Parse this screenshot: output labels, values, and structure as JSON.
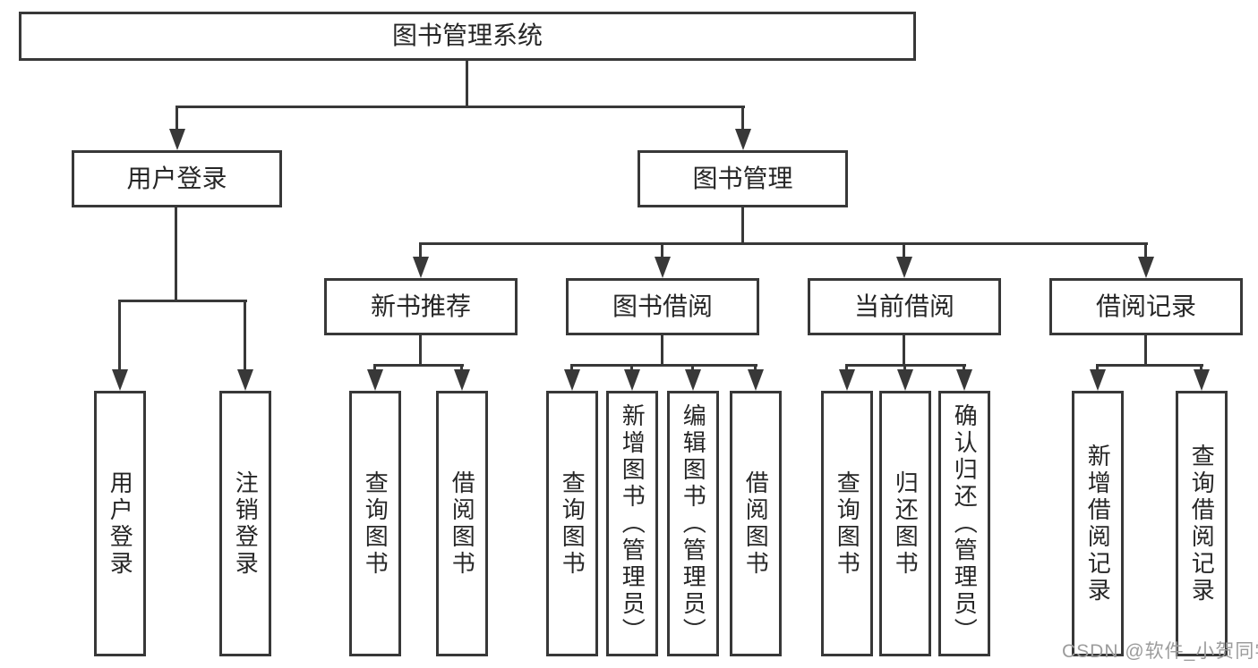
{
  "diagram": {
    "title": "图书管理系统",
    "branches": [
      {
        "label": "用户登录",
        "children": [
          {
            "label": "用户登录"
          },
          {
            "label": "注销登录"
          }
        ]
      },
      {
        "label": "图书管理",
        "children": [
          {
            "label": "新书推荐",
            "children": [
              {
                "label": "查询图书"
              },
              {
                "label": "借阅图书"
              }
            ]
          },
          {
            "label": "图书借阅",
            "children": [
              {
                "label": "查询图书"
              },
              {
                "label": "新增图书（管理员）"
              },
              {
                "label": "编辑图书（管理员）"
              },
              {
                "label": "借阅图书"
              }
            ]
          },
          {
            "label": "当前借阅",
            "children": [
              {
                "label": "查询图书"
              },
              {
                "label": "归还图书"
              },
              {
                "label": "确认归还（管理员）"
              }
            ]
          },
          {
            "label": "借阅记录",
            "children": [
              {
                "label": "新增借阅记录"
              },
              {
                "label": "查询借阅记录"
              }
            ]
          }
        ]
      }
    ]
  },
  "watermark": {
    "text": "CSDN @软件_小贺同学"
  },
  "colors": {
    "line": "#383838",
    "box_border": "#383838",
    "text": "#262626",
    "watermark": "#9c9c9c",
    "background": "#ffffff"
  }
}
